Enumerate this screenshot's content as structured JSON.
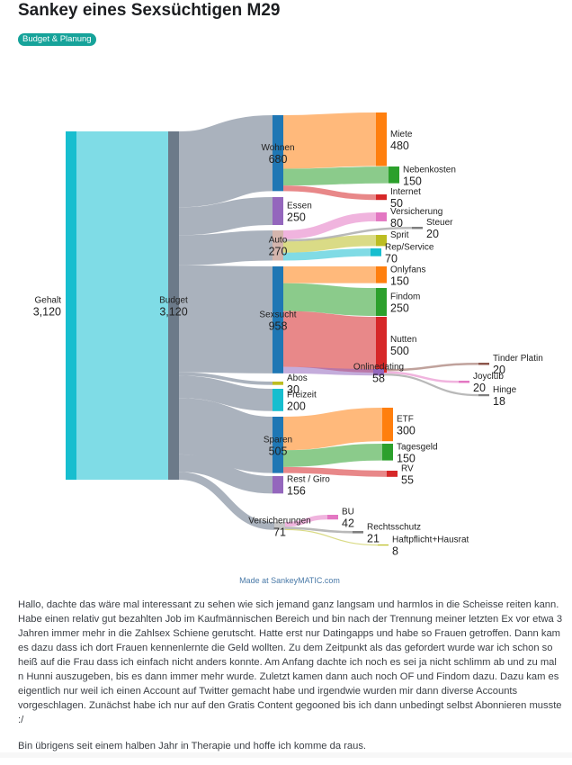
{
  "post": {
    "title": "Sankey eines Sexsüchtigen M29",
    "flair": "Budget & Planung",
    "flair_color": "#16a39a",
    "body": [
      "Hallo, dachte das wäre mal interessant zu sehen wie sich jemand ganz langsam und harmlos in die Scheisse reiten kann. Habe einen relativ gut bezahlten Job im Kaufmännischen Bereich und bin nach der Trennung meiner letzten Ex vor etwa 3 Jahren immer mehr in die Zahlsex Schiene gerutscht. Hatte erst nur Datingapps und habe so Frauen getroffen. Dann kam es dazu dass ich dort Frauen kennenlernte die Geld wollten. Zu dem Zeitpunkt als das gefordert wurde war ich schon so heiß auf die Frau dass ich einfach nicht anders konnte. Am Anfang dachte ich noch es sei ja nicht schlimm ab und zu mal n Hunni auszugeben, bis es dann immer mehr wurde. Zuletzt kamen dann auch noch OF und Findom dazu. Dazu kam es eigentlich nur weil ich einen Account auf Twitter gemacht habe und irgendwie wurden mir dann diverse Accounts vorgeschlagen. Zunächst habe ich nur auf den Gratis Content gegooned bis ich dann unbedingt selbst Abonnieren musste :/",
      "Bin übrigens seit einem halben Jahr in Therapie und hoffe ich komme da raus."
    ]
  },
  "chart_data": {
    "type": "sankey",
    "credit": "Made at SankeyMATIC.com",
    "nodes": [
      {
        "id": "Gehalt",
        "label": "Gehalt",
        "value": "3,120",
        "color": "#17becf",
        "col": 0
      },
      {
        "id": "Budget",
        "label": "Budget",
        "value": "3,120",
        "color": "#6c7a89",
        "col": 1
      },
      {
        "id": "Wohnen",
        "label": "Wohnen",
        "value": "680",
        "color": "#1f77b4",
        "col": 2
      },
      {
        "id": "Essen",
        "label": "Essen",
        "value": "250",
        "color": "#9467bd",
        "col": 2
      },
      {
        "id": "Auto",
        "label": "Auto",
        "value": "270",
        "color": "#d4b5ad",
        "col": 2
      },
      {
        "id": "Sexsucht",
        "label": "Sexsucht",
        "value": "958",
        "color": "#1f77b4",
        "col": 2
      },
      {
        "id": "Abos",
        "label": "Abos",
        "value": "30",
        "color": "#bcbd22",
        "col": 2
      },
      {
        "id": "Freizeit",
        "label": "Freizeit",
        "value": "200",
        "color": "#17becf",
        "col": 2
      },
      {
        "id": "Sparen",
        "label": "Sparen",
        "value": "505",
        "color": "#1f77b4",
        "col": 2
      },
      {
        "id": "Rest",
        "label": "Rest / Giro",
        "value": "156",
        "color": "#9467bd",
        "col": 2
      },
      {
        "id": "Versicherungen",
        "label": "Versicherungen",
        "value": "71",
        "color": "#c7c7c7",
        "col": 2
      },
      {
        "id": "Miete",
        "label": "Miete",
        "value": "480",
        "color": "#ff7f0e",
        "col": 3
      },
      {
        "id": "Nebenkosten",
        "label": "Nebenkosten",
        "value": "150",
        "color": "#2ca02c",
        "col": 3
      },
      {
        "id": "Internet",
        "label": "Internet",
        "value": "50",
        "color": "#d62728",
        "col": 3
      },
      {
        "id": "VersAuto",
        "label": "Versicherung",
        "value": "80",
        "color": "#e377c2",
        "col": 3
      },
      {
        "id": "Steuer",
        "label": "Steuer",
        "value": "20",
        "color": "#7f7f7f",
        "col": 3
      },
      {
        "id": "Sprit",
        "label": "Sprit",
        "value": "",
        "color": "#bcbd22",
        "col": 3
      },
      {
        "id": "Rep",
        "label": "Rep/Service",
        "value": "70",
        "color": "#17becf",
        "col": 3
      },
      {
        "id": "Onlyfans",
        "label": "Onlyfans",
        "value": "150",
        "color": "#ff7f0e",
        "col": 3
      },
      {
        "id": "Findom",
        "label": "Findom",
        "value": "250",
        "color": "#2ca02c",
        "col": 3
      },
      {
        "id": "Nutten",
        "label": "Nutten",
        "value": "500",
        "color": "#d62728",
        "col": 3
      },
      {
        "id": "Onlinedating",
        "label": "Onlinedating",
        "value": "58",
        "color": "#9467bd",
        "col": 3
      },
      {
        "id": "ETF",
        "label": "ETF",
        "value": "300",
        "color": "#ff7f0e",
        "col": 3
      },
      {
        "id": "Tagesgeld",
        "label": "Tagesgeld",
        "value": "150",
        "color": "#2ca02c",
        "col": 3
      },
      {
        "id": "RV",
        "label": "RV",
        "value": "55",
        "color": "#d62728",
        "col": 3
      },
      {
        "id": "BU",
        "label": "BU",
        "value": "42",
        "color": "#e377c2",
        "col": 3
      },
      {
        "id": "Rechtsschutz",
        "label": "Rechtsschutz",
        "value": "21",
        "color": "#7f7f7f",
        "col": 3
      },
      {
        "id": "Haftpflicht",
        "label": "Haftpflicht+Hausrat",
        "value": "8",
        "color": "#bcbd22",
        "col": 3
      },
      {
        "id": "Tinder",
        "label": "Tinder Platin",
        "value": "20",
        "color": "#8c564b",
        "col": 4
      },
      {
        "id": "Joyclub",
        "label": "Joyclub",
        "value": "20",
        "color": "#e377c2",
        "col": 4
      },
      {
        "id": "Hinge",
        "label": "Hinge",
        "value": "18",
        "color": "#7f7f7f",
        "col": 4
      }
    ],
    "links": [
      {
        "source": "Gehalt",
        "target": "Budget",
        "value": 3120
      },
      {
        "source": "Budget",
        "target": "Wohnen",
        "value": 680
      },
      {
        "source": "Budget",
        "target": "Essen",
        "value": 250
      },
      {
        "source": "Budget",
        "target": "Auto",
        "value": 270
      },
      {
        "source": "Budget",
        "target": "Sexsucht",
        "value": 958
      },
      {
        "source": "Budget",
        "target": "Abos",
        "value": 30
      },
      {
        "source": "Budget",
        "target": "Freizeit",
        "value": 200
      },
      {
        "source": "Budget",
        "target": "Sparen",
        "value": 505
      },
      {
        "source": "Budget",
        "target": "Rest",
        "value": 156
      },
      {
        "source": "Budget",
        "target": "Versicherungen",
        "value": 71
      },
      {
        "source": "Wohnen",
        "target": "Miete",
        "value": 480
      },
      {
        "source": "Wohnen",
        "target": "Nebenkosten",
        "value": 150
      },
      {
        "source": "Wohnen",
        "target": "Internet",
        "value": 50
      },
      {
        "source": "Auto",
        "target": "VersAuto",
        "value": 80
      },
      {
        "source": "Auto",
        "target": "Steuer",
        "value": 20
      },
      {
        "source": "Auto",
        "target": "Sprit",
        "value": 100
      },
      {
        "source": "Auto",
        "target": "Rep",
        "value": 70
      },
      {
        "source": "Sexsucht",
        "target": "Onlyfans",
        "value": 150
      },
      {
        "source": "Sexsucht",
        "target": "Findom",
        "value": 250
      },
      {
        "source": "Sexsucht",
        "target": "Nutten",
        "value": 500
      },
      {
        "source": "Sexsucht",
        "target": "Onlinedating",
        "value": 58
      },
      {
        "source": "Onlinedating",
        "target": "Tinder",
        "value": 20
      },
      {
        "source": "Onlinedating",
        "target": "Joyclub",
        "value": 20
      },
      {
        "source": "Onlinedating",
        "target": "Hinge",
        "value": 18
      },
      {
        "source": "Sparen",
        "target": "ETF",
        "value": 300
      },
      {
        "source": "Sparen",
        "target": "Tagesgeld",
        "value": 150
      },
      {
        "source": "Sparen",
        "target": "RV",
        "value": 55
      },
      {
        "source": "Versicherungen",
        "target": "BU",
        "value": 42
      },
      {
        "source": "Versicherungen",
        "target": "Rechtsschutz",
        "value": 21
      },
      {
        "source": "Versicherungen",
        "target": "Haftpflicht",
        "value": 8
      }
    ]
  }
}
